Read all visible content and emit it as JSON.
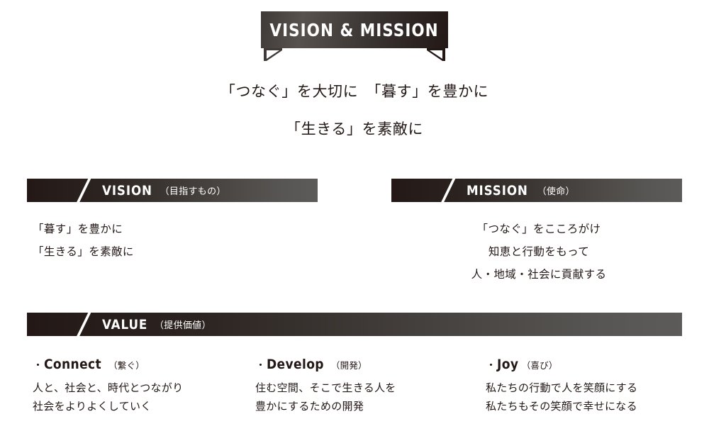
{
  "title_banner": {
    "label": "VISION & MISSION"
  },
  "tagline": {
    "line1": "「つなぐ」を大切に　「暮す」を豊かに",
    "line2": "「生きる」を素敵に"
  },
  "sections": {
    "vision": {
      "en": "VISION",
      "jp": "（目指すもの）",
      "lines": [
        "「暮す」を豊かに",
        "「生きる」を素敵に"
      ]
    },
    "mission": {
      "en": "MISSION",
      "jp": "（使命）",
      "lines": [
        "「つなぐ」をこころがけ",
        "知恵と行動をもって",
        "人・地域・社会に貢献する"
      ]
    },
    "value": {
      "en": "VALUE",
      "jp": "（提供価値）",
      "columns": [
        {
          "bullet": "・",
          "en": "Connect",
          "jp": "（繋ぐ）",
          "lines": [
            "人と、社会と、時代とつながり",
            "社会をよりよくしていく"
          ]
        },
        {
          "bullet": "・",
          "en": "Develop",
          "jp": "（開発）",
          "lines": [
            "住む空間、そこで生きる人を",
            "豊かにするための開発"
          ]
        },
        {
          "bullet": "・",
          "en": "Joy",
          "jp": "（喜び）",
          "lines": [
            "私たちの行動で人を笑顔にする",
            "私たちもその笑顔で幸せになる"
          ]
        }
      ]
    }
  },
  "colors": {
    "dark": "#231815",
    "mid_gray": "#585654",
    "white": "#ffffff"
  }
}
